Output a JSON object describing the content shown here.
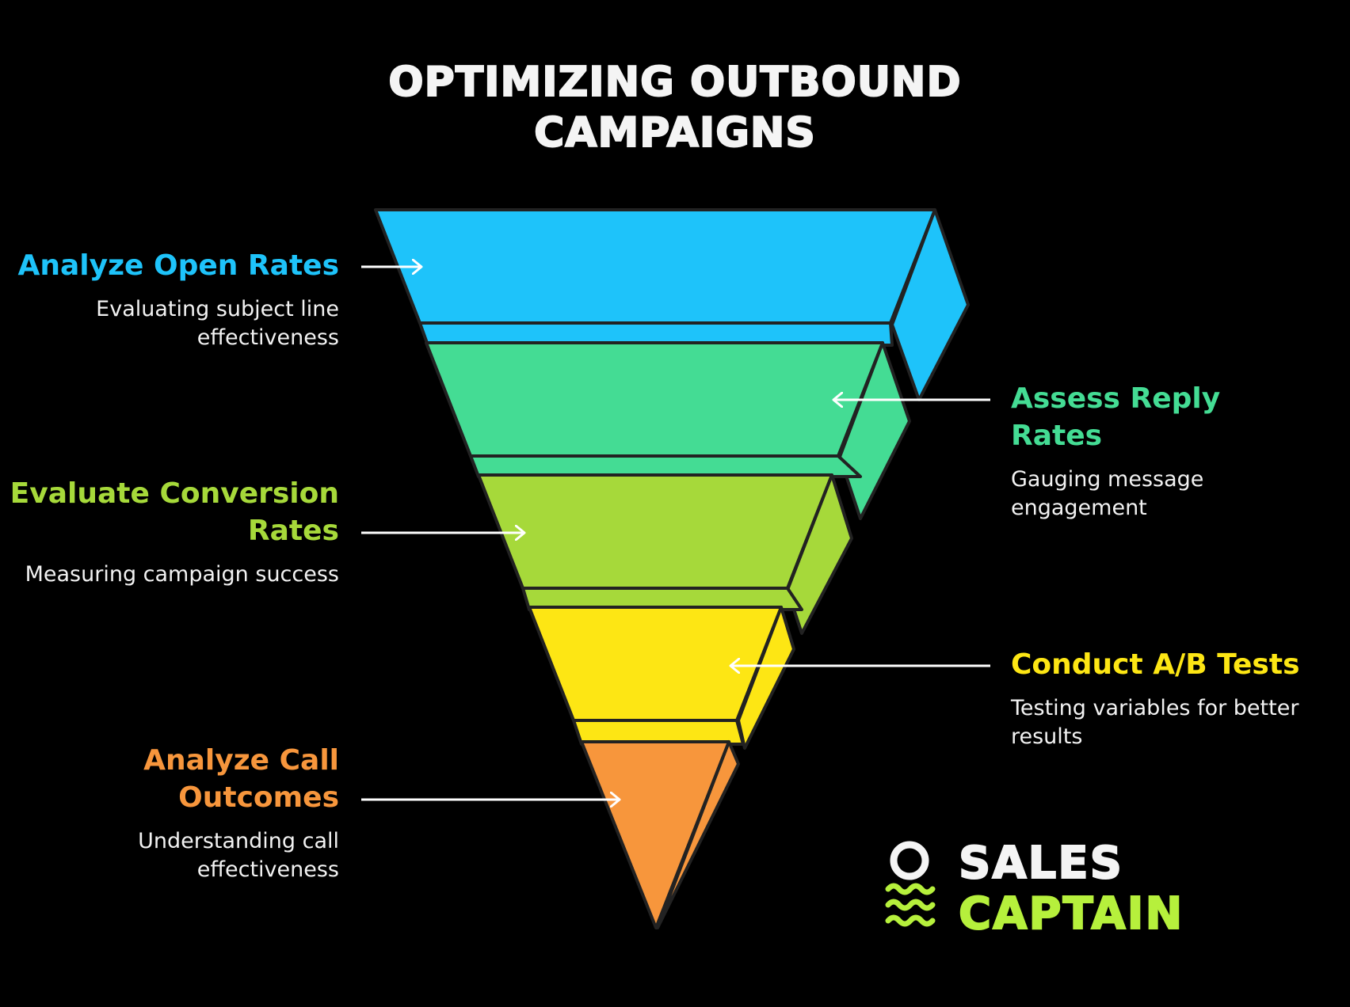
{
  "title": {
    "line1": "OPTIMIZING OUTBOUND",
    "line2": "CAMPAIGNS"
  },
  "colors": {
    "background": "#000000",
    "blue": "#1ec3fa",
    "green": "#44dc94",
    "lime": "#a6d93a",
    "yellow": "#fde614",
    "orange": "#f7963c",
    "logo_accent": "#b6f03c"
  },
  "stages": [
    {
      "heading": "Analyze Open Rates",
      "description": "Evaluating subject line effectiveness",
      "color": "#1ec3fa",
      "side": "left"
    },
    {
      "heading": "Assess Reply Rates",
      "description": "Gauging message engagement",
      "color": "#44dc94",
      "side": "right"
    },
    {
      "heading": "Evaluate Conversion Rates",
      "description": "Measuring campaign success",
      "color": "#a6d93a",
      "side": "left"
    },
    {
      "heading": "Conduct A/B Tests",
      "description": "Testing variables for better results",
      "color": "#fde614",
      "side": "right"
    },
    {
      "heading": "Analyze Call Outcomes",
      "description": "Understanding call effectiveness",
      "color": "#f7963c",
      "side": "left"
    }
  ],
  "logo": {
    "word1": "SALES",
    "word2": "CAPTAIN"
  }
}
